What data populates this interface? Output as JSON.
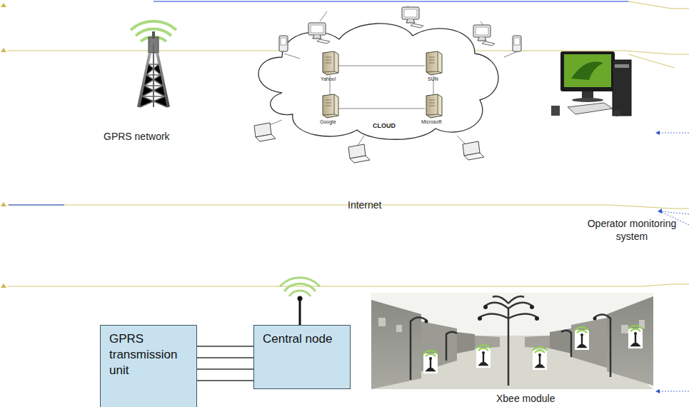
{
  "diagram": {
    "nodes": [
      {
        "text": [
          "GPRS transmission unit"
        ]
      },
      {
        "text": [
          "Central node"
        ]
      }
    ],
    "edges": [
      {
        "from": 0,
        "to": 1,
        "arrow": "none"
      },
      {
        "from": 0,
        "to": 1,
        "arrow": "none"
      },
      {
        "from": 0,
        "to": 1,
        "arrow": "none"
      },
      {
        "from": 0,
        "to": 1,
        "arrow": "none"
      }
    ],
    "labels": [
      "GPRS network",
      "Yahoo!",
      "SUN",
      "Google",
      "Microsoft",
      "CLOUD",
      "Internet",
      "Operator monitoring system",
      "Xbee module"
    ]
  }
}
